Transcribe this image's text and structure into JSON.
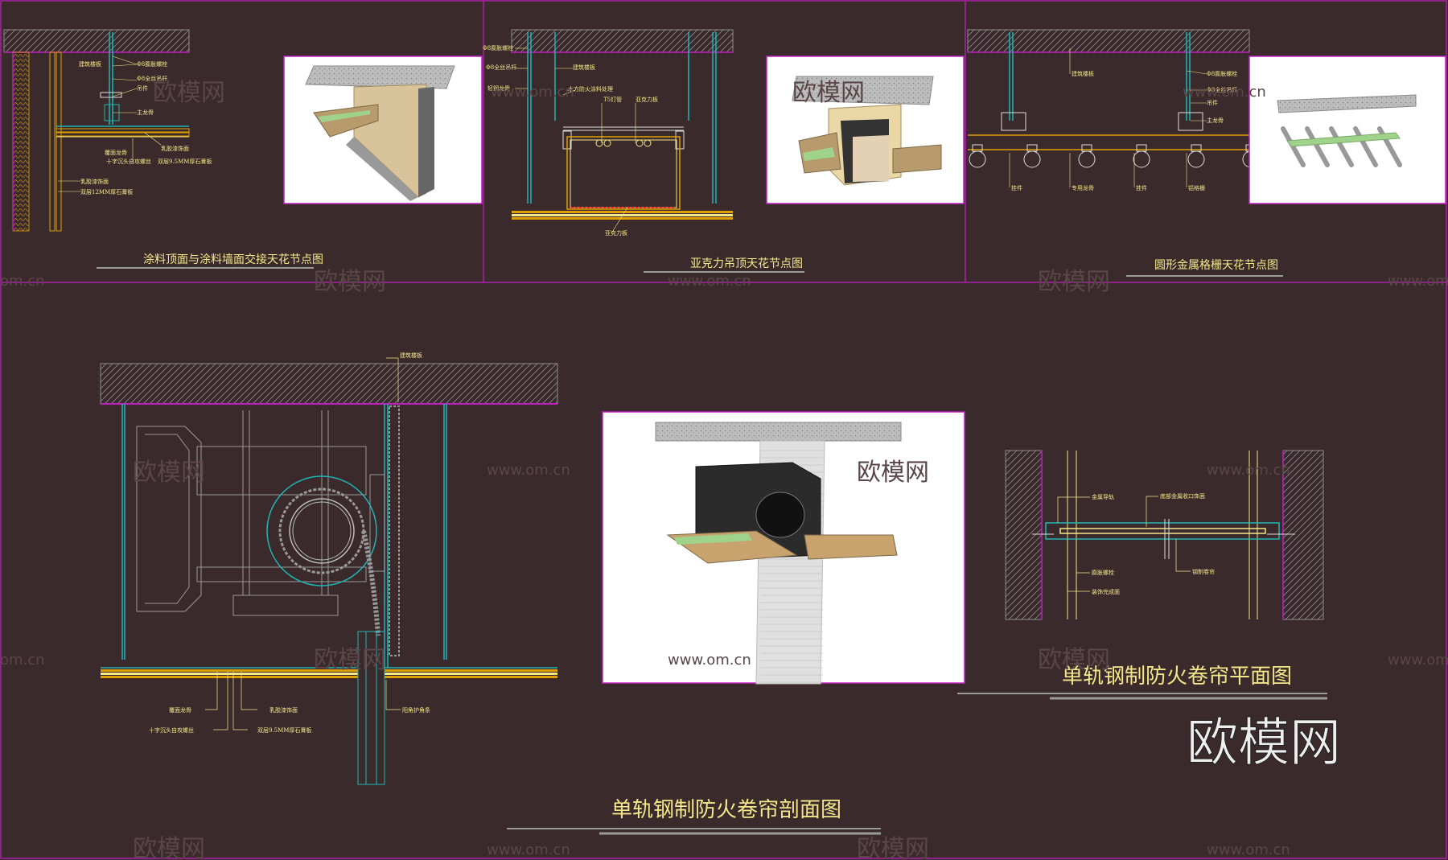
{
  "panels": {
    "p1": {
      "title": "涂料顶面与涂料墙面交接天花节点图",
      "labels": [
        "建筑楼板",
        "Φ8膨胀螺栓",
        "Φ8全丝吊杆",
        "吊件",
        "主龙骨",
        "覆面龙骨",
        "乳胶漆饰面",
        "十字沉头自攻螺丝",
        "双层9.5MM厚石膏板",
        "乳胶漆饰面",
        "双层12MM厚石膏板"
      ]
    },
    "p2": {
      "title": "亚克力吊顶天花节点图",
      "labels": [
        "Φ8膨胀螺栓",
        "Φ8全丝吊杆",
        "建筑楼板",
        "轻钢龙骨",
        "木方",
        "防火涂料处理",
        "T5灯管",
        "亚克力板",
        "亚克力板"
      ]
    },
    "p3": {
      "title": "圆形金属格栅天花节点图",
      "labels": [
        "建筑楼板",
        "Φ8膨胀螺栓",
        "Φ8全丝吊杆",
        "吊件",
        "主龙骨",
        "挂件",
        "专用龙骨",
        "挂件",
        "铝格栅"
      ]
    },
    "p4": {
      "title": "单轨钢制防火卷帘剖面图",
      "labels": {
        "slab": "建筑楼板",
        "keel": "覆面龙骨",
        "screw": "十字沉头自攻螺丝",
        "paint": "乳胶漆饰面",
        "board": "双层9.5MM厚石膏板",
        "corner": "阳角护角条"
      }
    },
    "p5": {
      "title": "单轨钢制防火卷帘平面图",
      "labels": {
        "rail": "金属导轨",
        "trim": "底部金属收口饰面",
        "bolt": "膨胀螺栓",
        "finish": "装饰完成面",
        "curtain": "钢制卷帘"
      }
    }
  },
  "watermarks": {
    "brand": "欧模网",
    "url": "www.om.cn",
    "url_short": "om.cn"
  },
  "colors": {
    "background": "#3a2a2c",
    "frame": "#c21fc2",
    "cyan": "#1fb5b5",
    "yellow": "#f4e88a",
    "orange": "#e0a000",
    "white": "#ffffff"
  }
}
